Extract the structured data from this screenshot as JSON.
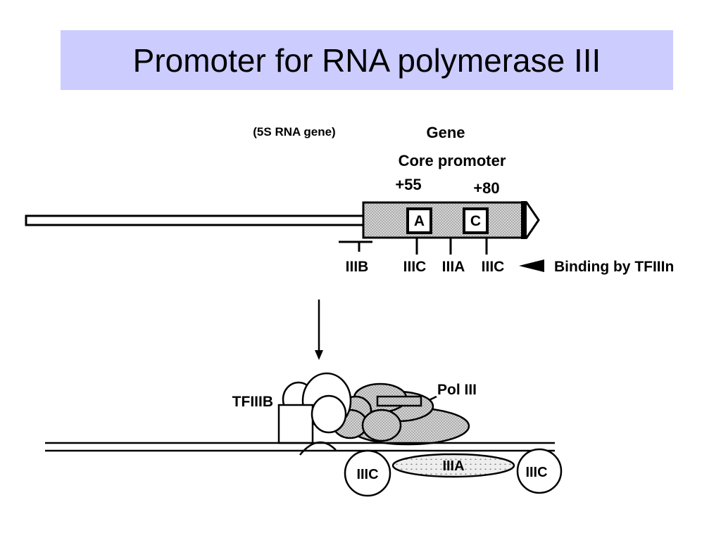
{
  "slide": {
    "title": "Promoter for RNA polymerase III"
  },
  "gene_diagram": {
    "gene_note": "(5S RNA gene)",
    "gene_label": "Gene",
    "core_promoter_label": "Core promoter",
    "pos_a": "+55",
    "pos_c": "+80",
    "box_a": "A",
    "box_c": "C",
    "binding_sites": [
      "IIIB",
      "IIIC",
      "IIIA",
      "IIIC"
    ],
    "binding_note": "Binding by TFIIIn"
  },
  "complex_diagram": {
    "tfiiib_label": "TFIIIB",
    "pol_label": "Pol III",
    "iiic_left": "IIIC",
    "iiia": "IIIA",
    "iiic_right": "IIIC"
  },
  "colors": {
    "title_bg": "#ccccff",
    "stipple": "#c8c8c8"
  }
}
